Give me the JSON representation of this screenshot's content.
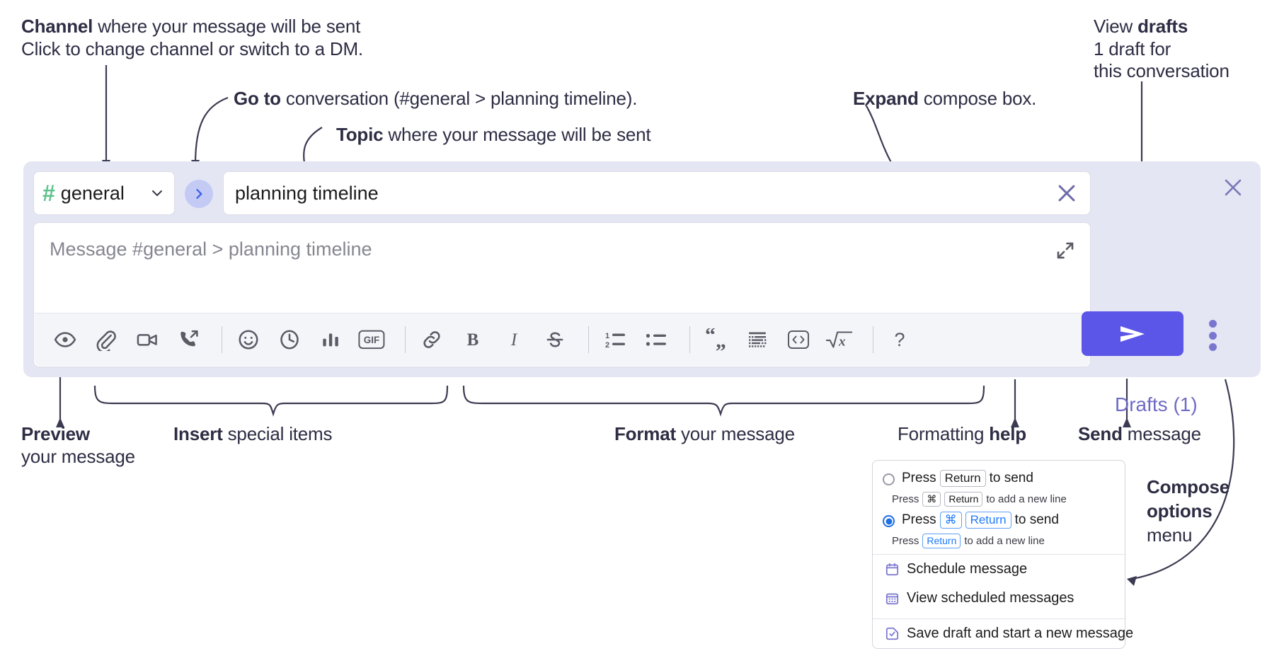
{
  "annotations": {
    "channel": {
      "line1_bold": "Channel",
      "line1_rest": " where your message will be sent",
      "line2": "Click to change channel or switch to a DM."
    },
    "goto": {
      "bold": "Go to",
      "rest": " conversation (#general > planning timeline)."
    },
    "topic": {
      "bold": "Topic",
      "rest": " where your message will be sent"
    },
    "expand": {
      "bold": "Expand",
      "rest": " compose box."
    },
    "drafts": {
      "line1_rest": "View ",
      "line1_bold": "drafts",
      "line2": "1 draft for",
      "line3": "this conversation"
    },
    "preview": {
      "bold": "Preview",
      "line2": "your message"
    },
    "insert": {
      "bold": "Insert",
      "rest": " special items"
    },
    "format": {
      "bold": "Format",
      "rest": " your message"
    },
    "formatting_help": {
      "rest": "Formatting ",
      "bold": "help"
    },
    "send": {
      "bold": "Send",
      "rest": " message"
    },
    "compose_options": {
      "line1": "Compose",
      "line2": "options",
      "line3": "menu"
    }
  },
  "compose": {
    "channel_name": "general",
    "channel_hash": "#",
    "topic_value": "planning timeline",
    "message_placeholder": "Message #general > planning timeline",
    "drafts_label": "Drafts (1)",
    "icons": {
      "goto": "chevron-right-icon",
      "clear": "close-icon",
      "expand": "expand-icon",
      "widget_close": "close-icon",
      "send": "send-icon",
      "options": "kebab-menu-icon"
    },
    "toolbar": [
      {
        "name": "preview-icon",
        "label": "Preview"
      },
      {
        "name": "attachment-icon",
        "label": "Attach file"
      },
      {
        "name": "video-camera-icon",
        "label": "Video clip"
      },
      {
        "name": "audio-call-icon",
        "label": "Audio clip"
      },
      {
        "name": "separator",
        "label": ""
      },
      {
        "name": "emoji-icon",
        "label": "Emoji"
      },
      {
        "name": "clock-icon",
        "label": "Reminder"
      },
      {
        "name": "poll-icon",
        "label": "Poll"
      },
      {
        "name": "gif-icon",
        "label": "GIF"
      },
      {
        "name": "separator",
        "label": ""
      },
      {
        "name": "link-icon",
        "label": "Link"
      },
      {
        "name": "bold-icon",
        "label": "B"
      },
      {
        "name": "italic-icon",
        "label": "I"
      },
      {
        "name": "strikethrough-icon",
        "label": "S"
      },
      {
        "name": "separator",
        "label": ""
      },
      {
        "name": "ordered-list-icon",
        "label": "Ordered list"
      },
      {
        "name": "bulleted-list-icon",
        "label": "Bulleted list"
      },
      {
        "name": "separator",
        "label": ""
      },
      {
        "name": "blockquote-icon",
        "label": "Blockquote"
      },
      {
        "name": "code-block-icon",
        "label": "Code block"
      },
      {
        "name": "code-inline-icon",
        "label": "Code"
      },
      {
        "name": "latex-icon",
        "label": "LaTeX"
      },
      {
        "name": "separator",
        "label": ""
      },
      {
        "name": "help-icon",
        "label": "?"
      }
    ]
  },
  "menu": {
    "options": [
      {
        "selected": false,
        "main_prefix": "Press",
        "main_key": "Return",
        "main_suffix": "to send",
        "sub_prefix": "Press",
        "sub_key1": "⌘",
        "sub_key2": "Return",
        "sub_suffix": "to add a new line"
      },
      {
        "selected": true,
        "main_prefix": "Press",
        "main_key1": "⌘",
        "main_key2": "Return",
        "main_suffix": "to send",
        "sub_prefix": "Press",
        "sub_key": "Return",
        "sub_suffix": "to add a new line"
      }
    ],
    "items": [
      {
        "icon": "calendar-icon",
        "label": "Schedule message"
      },
      {
        "icon": "calendar-grid-icon",
        "label": "View scheduled messages"
      },
      {
        "icon": "save-draft-icon",
        "label": "Save draft and start a new message"
      }
    ]
  },
  "colors": {
    "widget_bg": "#e4e6f3",
    "accent": "#5b55e8",
    "channel_hash_green": "#5dc28b",
    "goto_circle": "#c3cbf5",
    "drafts_text": "#6f6bc4",
    "toolbar_bg": "#f4f5f9",
    "radio_blue": "#1f6fe5",
    "text": "#2e2d44"
  }
}
